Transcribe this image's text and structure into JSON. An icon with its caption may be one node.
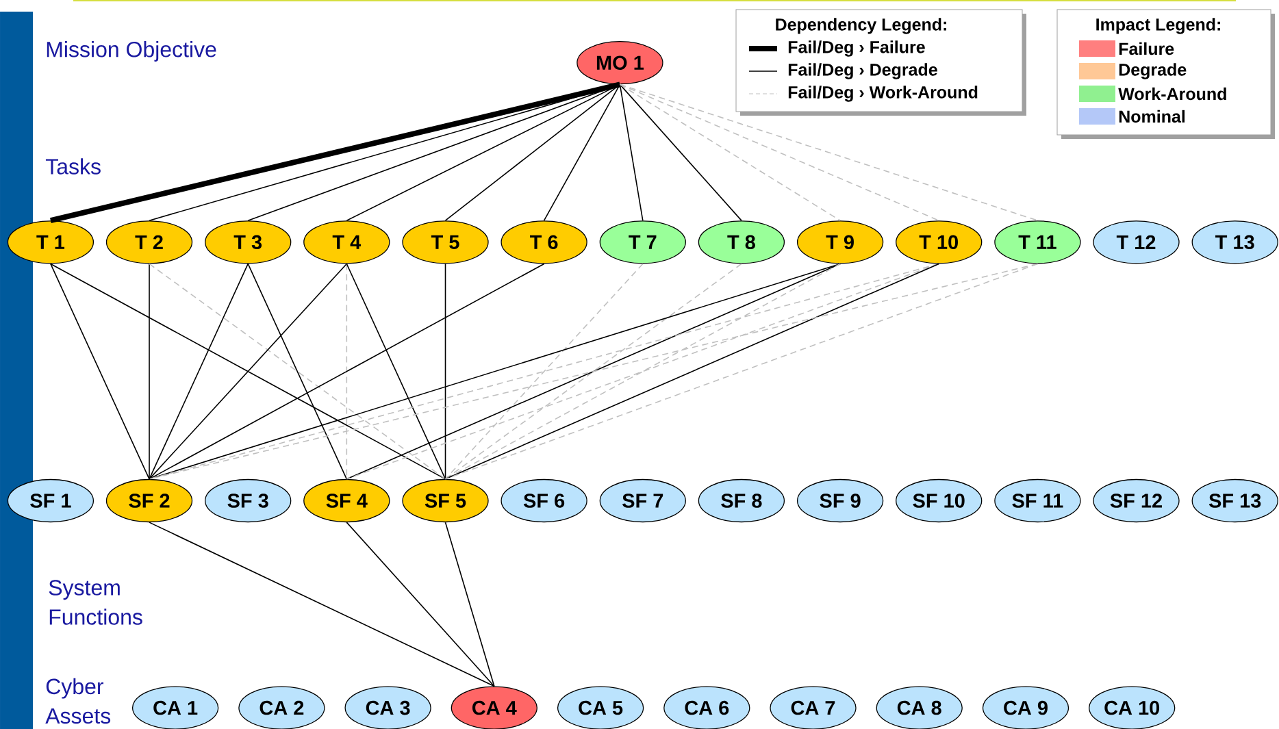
{
  "diagram": {
    "nodes": [
      {
        "text": [
          "MO 1"
        ]
      },
      {
        "text": [
          "T 1"
        ]
      },
      {
        "text": [
          "T 2"
        ]
      },
      {
        "text": [
          "T 3"
        ]
      },
      {
        "text": [
          "T 4"
        ]
      },
      {
        "text": [
          "T 5"
        ]
      },
      {
        "text": [
          "T 6"
        ]
      },
      {
        "text": [
          "T 7"
        ]
      },
      {
        "text": [
          "T 8"
        ]
      },
      {
        "text": [
          "T 9"
        ]
      },
      {
        "text": [
          "T 10"
        ]
      },
      {
        "text": [
          "T 11"
        ]
      },
      {
        "text": [
          "T 12"
        ]
      },
      {
        "text": [
          "T 13"
        ]
      },
      {
        "text": [
          "SF 1"
        ]
      },
      {
        "text": [
          "SF 2"
        ]
      },
      {
        "text": [
          "SF 3"
        ]
      },
      {
        "text": [
          "SF 4"
        ]
      },
      {
        "text": [
          "SF 5"
        ]
      },
      {
        "text": [
          "SF 6"
        ]
      },
      {
        "text": [
          "SF 7"
        ]
      },
      {
        "text": [
          "SF 8"
        ]
      },
      {
        "text": [
          "SF 9"
        ]
      },
      {
        "text": [
          "SF 10"
        ]
      },
      {
        "text": [
          "SF 11"
        ]
      },
      {
        "text": [
          "SF 12"
        ]
      },
      {
        "text": [
          "SF 13"
        ]
      },
      {
        "text": [
          "CA 1"
        ]
      },
      {
        "text": [
          "CA 2"
        ]
      },
      {
        "text": [
          "CA 3"
        ]
      },
      {
        "text": [
          "CA 4"
        ]
      },
      {
        "text": [
          "CA 5"
        ]
      },
      {
        "text": [
          "CA 6"
        ]
      },
      {
        "text": [
          "CA 7"
        ]
      },
      {
        "text": [
          "CA 8"
        ]
      },
      {
        "text": [
          "CA 9"
        ]
      },
      {
        "text": [
          "CA 10"
        ]
      }
    ],
    "edges": [
      {
        "from": 0,
        "to": 1,
        "arrow": "none",
        "style": "thick"
      },
      {
        "from": 0,
        "to": 2,
        "arrow": "none"
      },
      {
        "from": 0,
        "to": 3,
        "arrow": "none"
      },
      {
        "from": 0,
        "to": 4,
        "arrow": "none"
      },
      {
        "from": 0,
        "to": 5,
        "arrow": "none"
      },
      {
        "from": 0,
        "to": 6,
        "arrow": "none"
      },
      {
        "from": 0,
        "to": 7,
        "arrow": "none"
      },
      {
        "from": 0,
        "to": 8,
        "arrow": "none"
      },
      {
        "from": 0,
        "to": 9,
        "arrow": "none",
        "style": "dashed",
        "color": "#c0c0c0"
      },
      {
        "from": 0,
        "to": 10,
        "arrow": "none",
        "style": "dashed",
        "color": "#c0c0c0"
      },
      {
        "from": 0,
        "to": 11,
        "arrow": "none",
        "style": "dashed",
        "color": "#c0c0c0"
      },
      {
        "from": 1,
        "to": 15,
        "arrow": "none"
      },
      {
        "from": 1,
        "to": 18,
        "arrow": "none"
      },
      {
        "from": 2,
        "to": 15,
        "arrow": "none"
      },
      {
        "from": 2,
        "to": 18,
        "arrow": "none",
        "style": "dashed",
        "color": "#c0c0c0"
      },
      {
        "from": 3,
        "to": 15,
        "arrow": "none"
      },
      {
        "from": 3,
        "to": 17,
        "arrow": "none"
      },
      {
        "from": 4,
        "to": 15,
        "arrow": "none"
      },
      {
        "from": 4,
        "to": 17,
        "arrow": "none",
        "style": "dashed",
        "color": "#c0c0c0"
      },
      {
        "from": 4,
        "to": 18,
        "arrow": "none"
      },
      {
        "from": 5,
        "to": 18,
        "arrow": "none"
      },
      {
        "from": 6,
        "to": 15,
        "arrow": "none"
      },
      {
        "from": 7,
        "to": 18,
        "arrow": "none",
        "style": "dashed",
        "color": "#c0c0c0"
      },
      {
        "from": 8,
        "to": 18,
        "arrow": "none",
        "style": "dashed",
        "color": "#c0c0c0"
      },
      {
        "from": 9,
        "to": 15,
        "arrow": "none"
      },
      {
        "from": 9,
        "to": 17,
        "arrow": "none"
      },
      {
        "from": 9,
        "to": 18,
        "arrow": "none",
        "style": "dashed",
        "color": "#c0c0c0"
      },
      {
        "from": 10,
        "to": 15,
        "arrow": "none",
        "style": "dashed",
        "color": "#c0c0c0"
      },
      {
        "from": 10,
        "to": 17,
        "arrow": "none",
        "style": "dashed",
        "color": "#c0c0c0"
      },
      {
        "from": 10,
        "to": 18,
        "arrow": "none"
      },
      {
        "from": 11,
        "to": 15,
        "arrow": "none",
        "style": "dashed",
        "color": "#c0c0c0"
      },
      {
        "from": 11,
        "to": 18,
        "arrow": "none",
        "style": "dashed",
        "color": "#c0c0c0"
      },
      {
        "from": 15,
        "to": 30,
        "arrow": "none"
      },
      {
        "from": 17,
        "to": 30,
        "arrow": "none"
      },
      {
        "from": 18,
        "to": 30,
        "arrow": "none"
      }
    ],
    "labels": [
      "Mission Objective",
      "Tasks",
      "System Functions",
      "Cyber Assets",
      "Dependency Legend:",
      "Impact Legend:"
    ],
    "legend": [
      {
        "text": "Fail/Deg › Failure"
      },
      {
        "text": "Fail/Deg › Degrade"
      },
      {
        "text": "Fail/Deg › Work-Around"
      },
      {
        "text": "Failure",
        "color": "#ff7f7f"
      },
      {
        "text": "Degrade",
        "color": "#ffc896"
      },
      {
        "text": "Work-Around",
        "color": "#90f090"
      },
      {
        "text": "Nominal",
        "color": "#b4c8f8"
      }
    ]
  }
}
